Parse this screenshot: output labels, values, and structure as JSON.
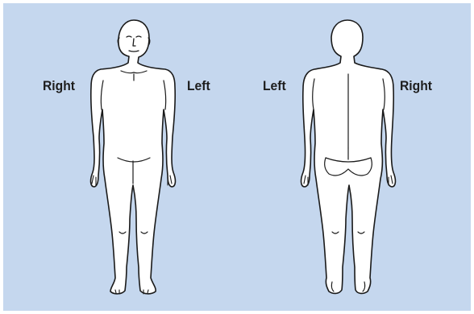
{
  "diagram": {
    "front_view": {
      "label_left_side": "Right",
      "label_right_side": "Left"
    },
    "back_view": {
      "label_left_side": "Left",
      "label_right_side": "Right"
    }
  },
  "colors": {
    "background": "#c5d7ee",
    "figure_fill": "#ffffff",
    "outline": "#1a1a1a",
    "text": "#1d1d1d"
  }
}
